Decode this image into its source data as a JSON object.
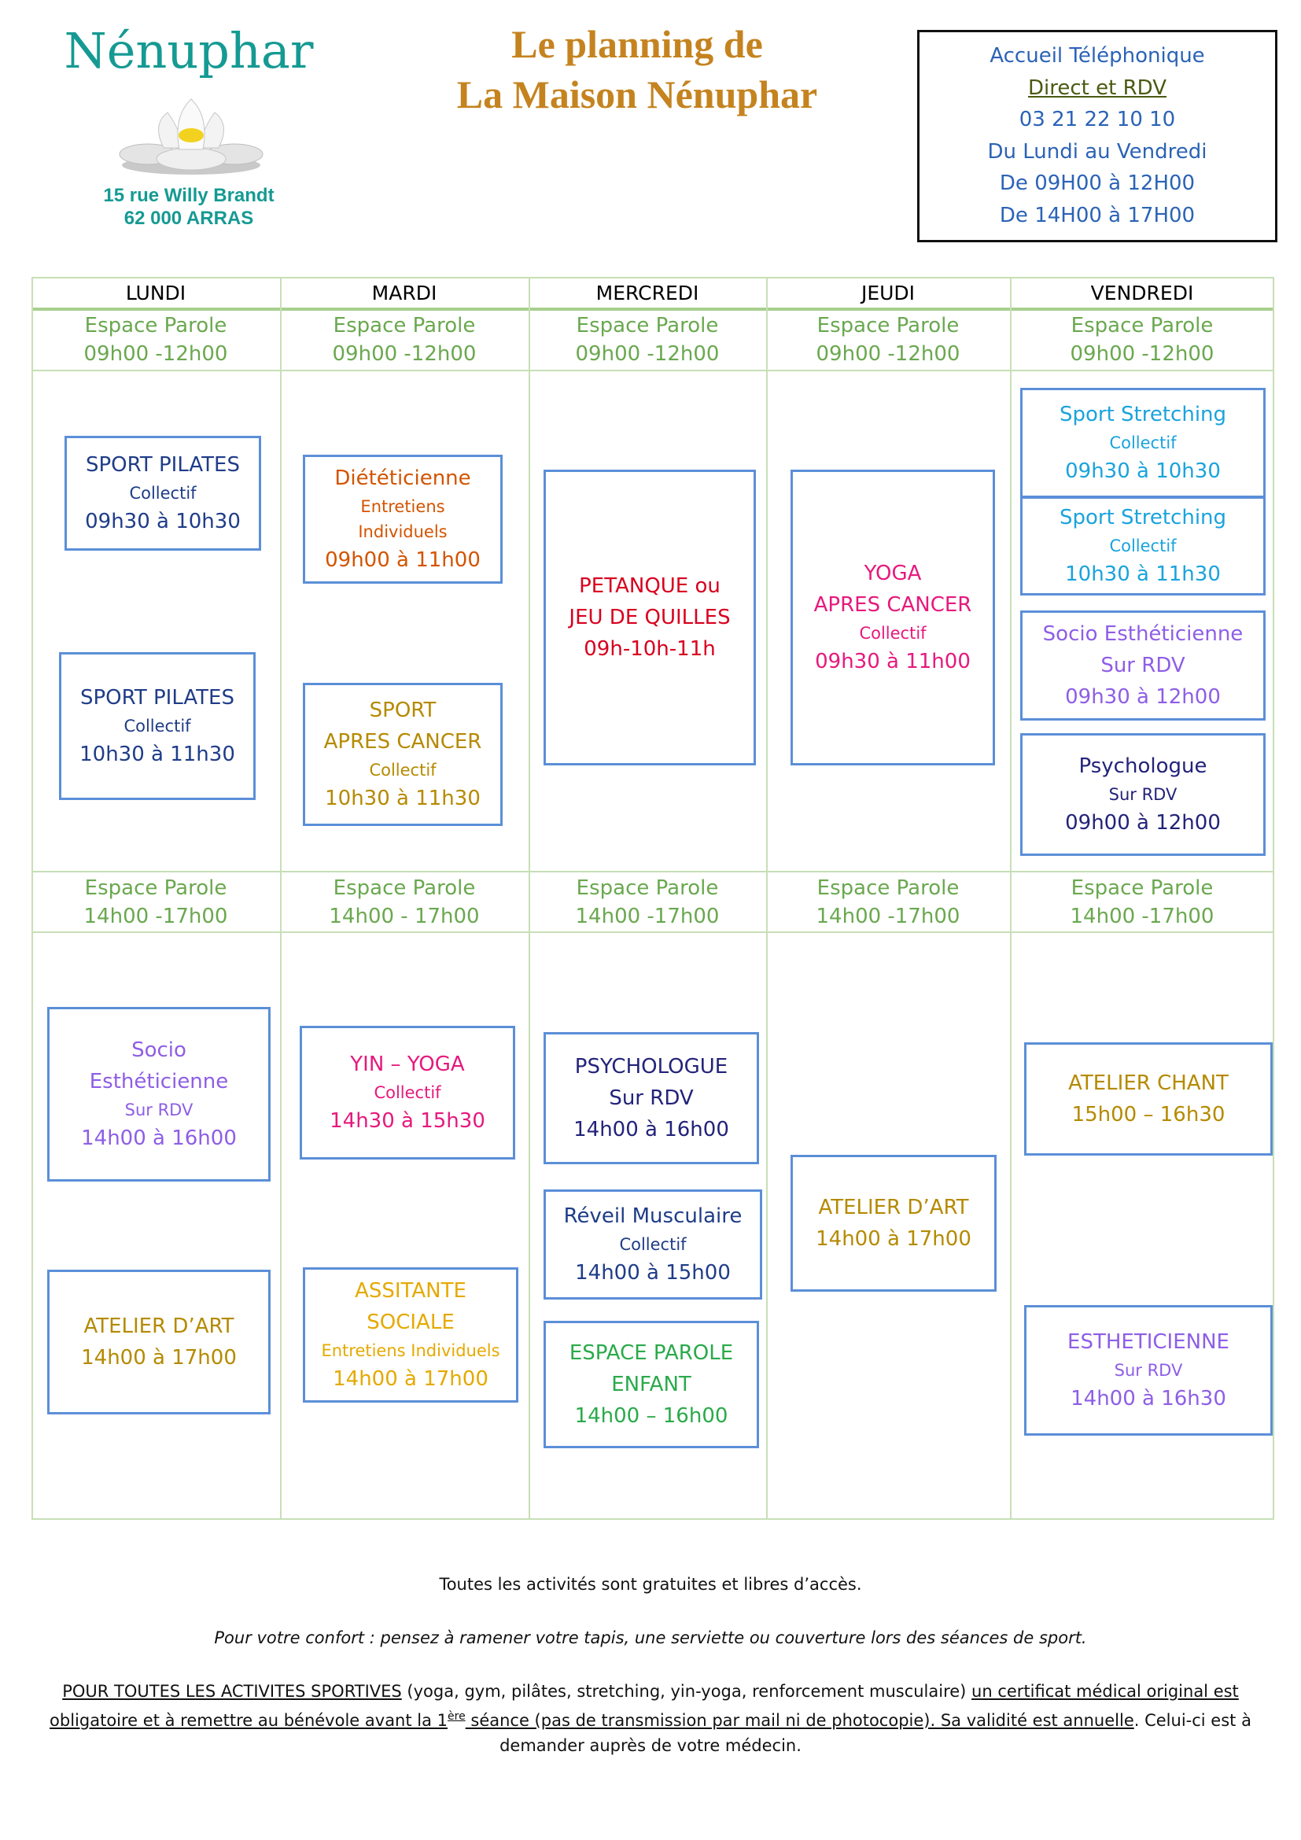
{
  "brand": {
    "name": "Nénuphar",
    "address_line1": "15 rue Willy Brandt",
    "address_line2": "62 000 ARRAS"
  },
  "title": {
    "line1": "Le planning de",
    "line2": "La Maison Nénuphar"
  },
  "contact": {
    "line1": "Accueil Téléphonique",
    "line2": "Direct et RDV",
    "line3": "03 21 22 10 10",
    "line4": "Du Lundi au Vendredi",
    "line5": "De 09H00 à 12H00",
    "line6": "De 14H00 à 17H00"
  },
  "days": [
    "LUNDI",
    "MARDI",
    "MERCREDI",
    "JEUDI",
    "VENDREDI"
  ],
  "espace_parole_morning": [
    {
      "label": "Espace Parole",
      "time": "09h00 -12h00"
    },
    {
      "label": "Espace Parole",
      "time": "09h00 -12h00"
    },
    {
      "label": "Espace Parole",
      "time": "09h00 -12h00"
    },
    {
      "label": "Espace Parole",
      "time": "09h00 -12h00"
    },
    {
      "label": "Espace Parole",
      "time": "09h00 -12h00"
    }
  ],
  "espace_parole_afternoon": [
    {
      "label": "Espace Parole",
      "time": "14h00 -17h00"
    },
    {
      "label": "Espace Parole",
      "time": "14h00 - 17h00"
    },
    {
      "label": "Espace Parole",
      "time": "14h00 -17h00"
    },
    {
      "label": "Espace Parole",
      "time": "14h00 -17h00"
    },
    {
      "label": "Espace Parole",
      "time": "14h00 -17h00"
    }
  ],
  "activities": {
    "mon_pilates1": {
      "l1": "SPORT PILATES",
      "l2": "Collectif",
      "l3": "09h30 à 10h30"
    },
    "mon_pilates2": {
      "l1": "SPORT PILATES",
      "l2": "Collectif",
      "l3": "10h30 à 11h30"
    },
    "tue_diet": {
      "l1": "Diététicienne",
      "l2": "Entretiens",
      "l3": "Individuels",
      "l4": "09h00 à 11h00"
    },
    "tue_sport": {
      "l1": "SPORT",
      "l2": "APRES CANCER",
      "l3": "Collectif",
      "l4": "10h30 à 11h30"
    },
    "wed_petanque": {
      "l1": "PETANQUE ou",
      "l2": "JEU DE QUILLES",
      "l3": "09h-10h-11h"
    },
    "thu_yoga": {
      "l1": "YOGA",
      "l2": "APRES CANCER",
      "l3": "Collectif",
      "l4": "09h30 à 11h00"
    },
    "fri_stretch1": {
      "l1": "Sport Stretching",
      "l2": "Collectif",
      "l3": "09h30 à 10h30"
    },
    "fri_stretch2": {
      "l1": "Sport Stretching",
      "l2": "Collectif",
      "l3": "10h30 à 11h30"
    },
    "fri_socio": {
      "l1": "Socio Esthéticienne",
      "l2": "Sur RDV",
      "l3": "09h30 à 12h00"
    },
    "fri_psy": {
      "l1": "Psychologue",
      "l2": "Sur RDV",
      "l3": "09h00 à 12h00"
    },
    "mon_socio": {
      "l1": "Socio",
      "l2": "Esthéticienne",
      "l3": "Sur RDV",
      "l4": "14h00 à 16h00"
    },
    "mon_art": {
      "l1": "ATELIER D’ART",
      "l2": "14h00 à 17h00"
    },
    "tue_yin": {
      "l1": "YIN – YOGA",
      "l2": "Collectif",
      "l3": "14h30 à 15h30"
    },
    "tue_assist": {
      "l1": "ASSITANTE",
      "l2": "SOCIALE",
      "l3": "Entretiens Individuels",
      "l4": "14h00 à 17h00"
    },
    "wed_psy": {
      "l1": "PSYCHOLOGUE",
      "l2": "Sur RDV",
      "l3": "14h00 à 16h00"
    },
    "wed_reveil": {
      "l1": "Réveil Musculaire",
      "l2": "Collectif",
      "l3": "14h00 à 15h00"
    },
    "wed_enfant": {
      "l1": "ESPACE PAROLE",
      "l2": "ENFANT",
      "l3": "14h00 – 16h00"
    },
    "thu_art": {
      "l1": "ATELIER D’ART",
      "l2": "14h00 à 17h00"
    },
    "fri_chant": {
      "l1": "ATELIER CHANT",
      "l2": "15h00 – 16h30"
    },
    "fri_esth": {
      "l1": "ESTHETICIENNE",
      "l2": "Sur RDV",
      "l3": "14h00 à 16h30"
    }
  },
  "footer": {
    "line1": "Toutes les activités sont gratuites et libres d’accès.",
    "line2": "Pour votre confort : pensez à ramener votre tapis, une serviette ou couverture lors des séances de sport.",
    "p3_a": "POUR TOUTES LES ACTIVITES SPORTIVES",
    "p3_b": " (yoga, gym, pilâtes, stretching, yin-yoga, renforcement musculaire) ",
    "p3_c": "un certificat médical original est obligatoire et à remettre au bénévole avant la 1",
    "p3_sup": "ère",
    "p3_d": " séance (pas de transmission par mail ni de photocopie). Sa validité est annuelle",
    "p3_e": ". Celui-ci est à demander auprès de votre médecin."
  },
  "colors": {
    "teal": "#159a93",
    "gold": "#c5831f",
    "green": "#6aa84f",
    "navy": "#1f3c88",
    "blue": "#2b63b6",
    "orange": "#d35400",
    "red": "#d8001f",
    "pink": "#e6197d",
    "cyan": "#1aa3dd",
    "purple": "#8e5ee6",
    "mustard": "#b58a00",
    "yellow": "#e5a900",
    "darkblue": "#23237a",
    "emerald": "#2aaa4a"
  }
}
